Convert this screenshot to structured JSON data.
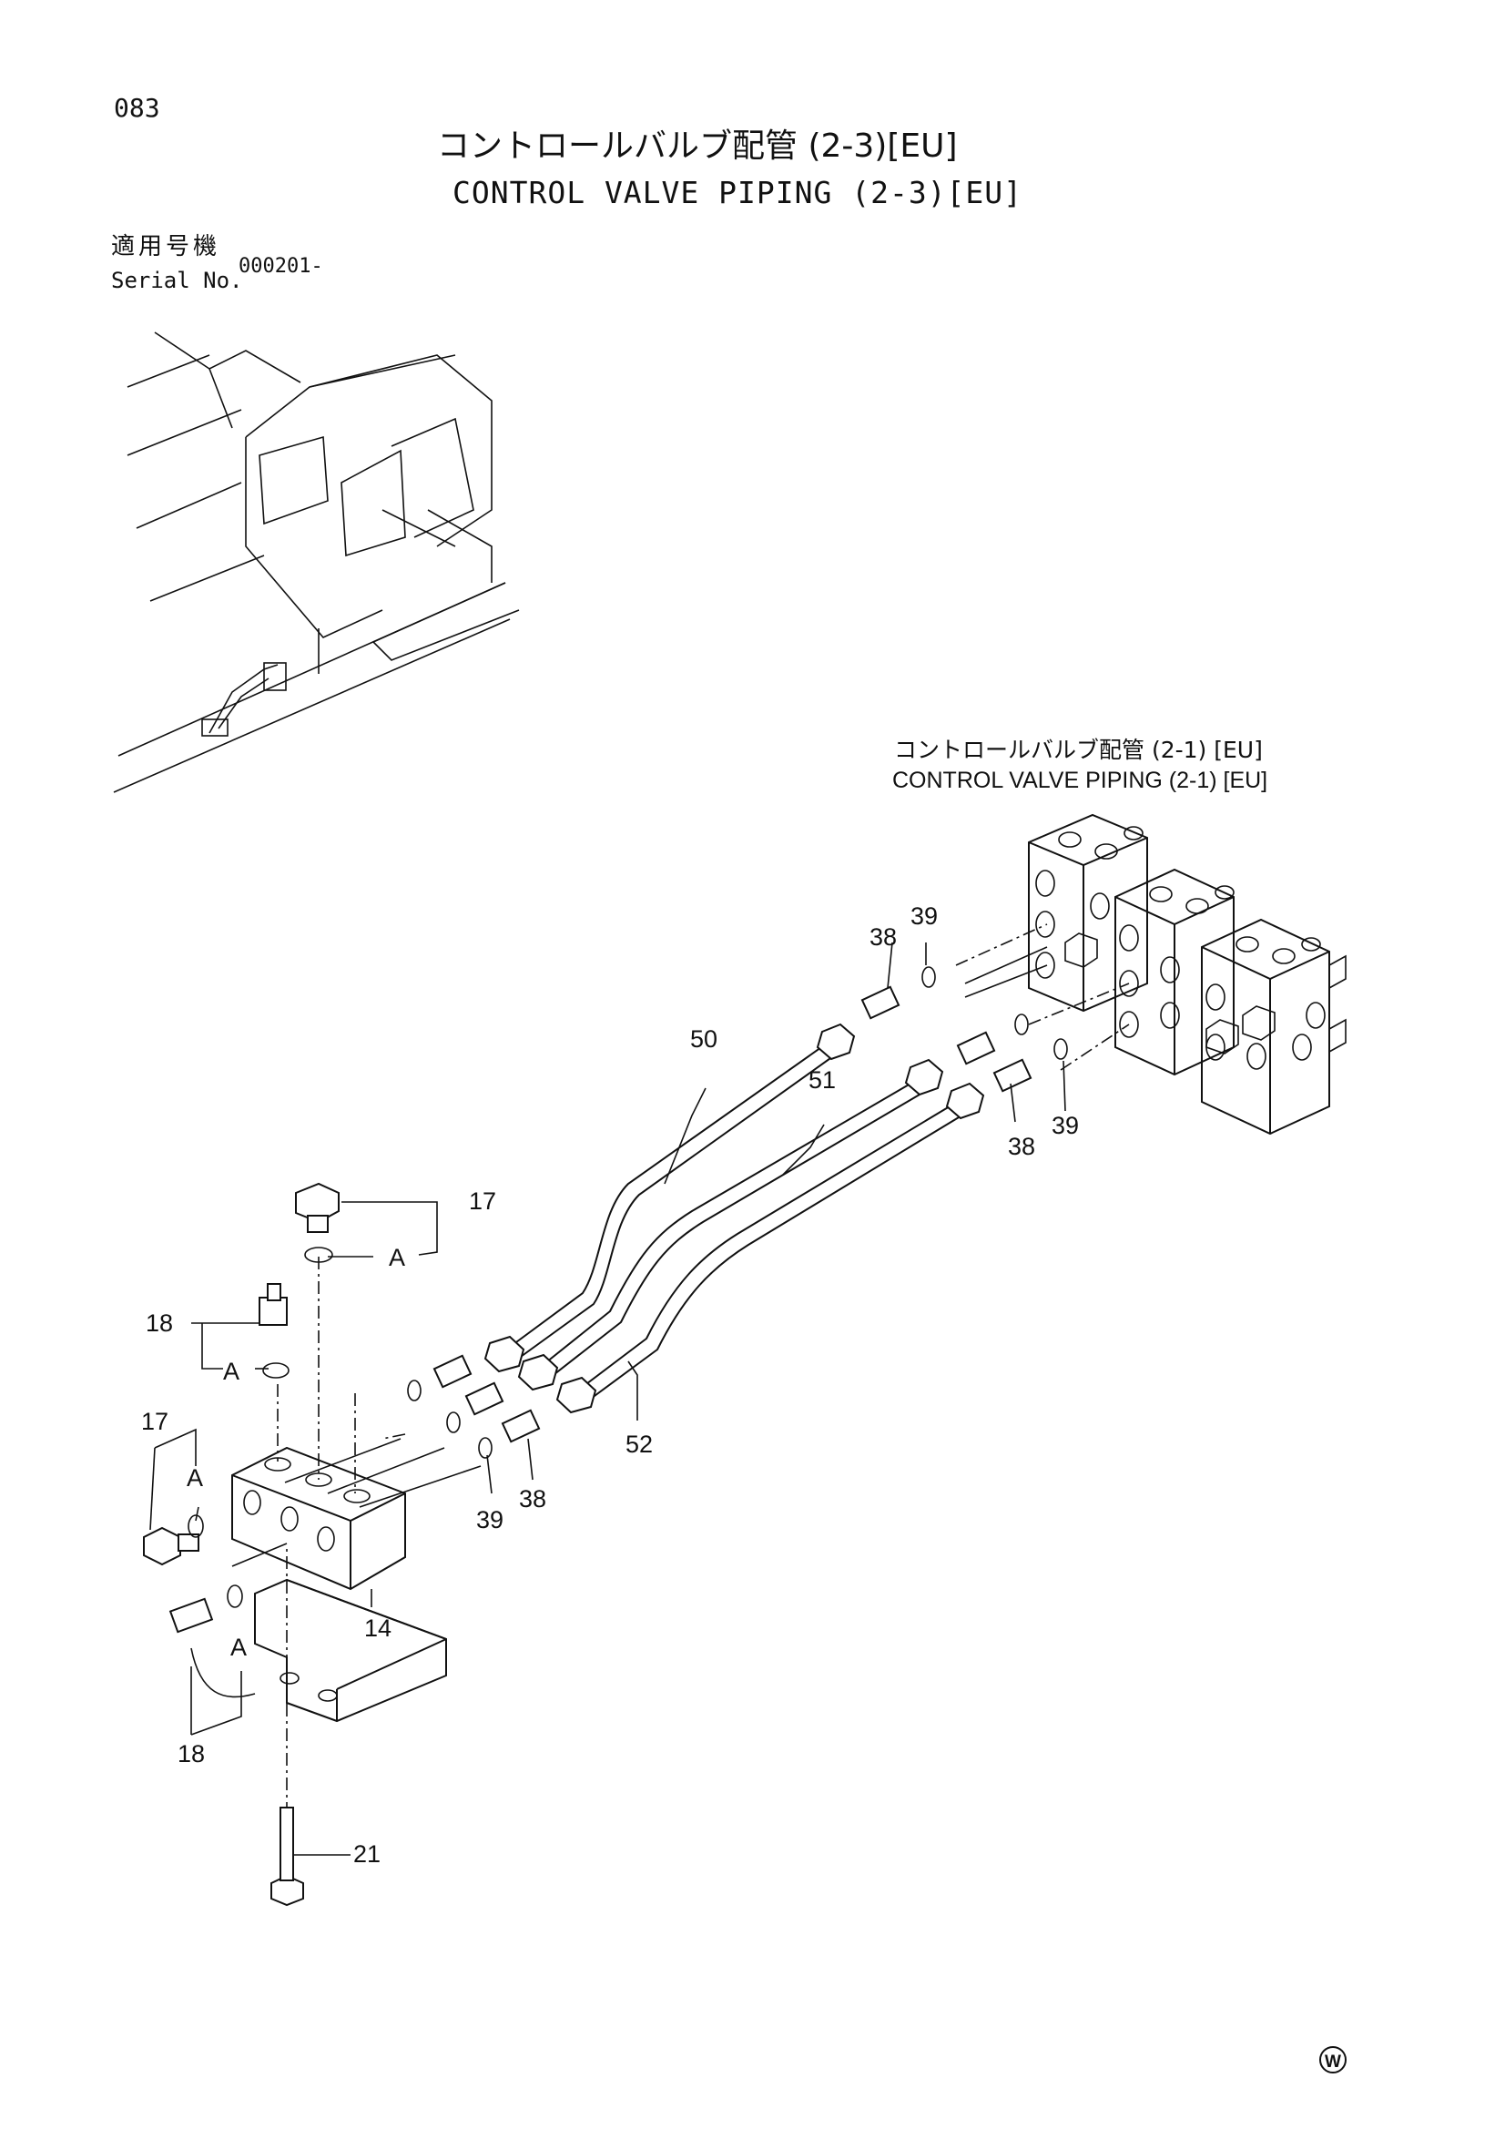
{
  "page_number": "083",
  "title_ja": "コントロールバルブ配管 (2-3)[EU]",
  "title_en": "CONTROL VALVE PIPING (2-3)[EU]",
  "serial": {
    "label_ja": "適用号機",
    "label_en": "Serial No.",
    "value": "000201-"
  },
  "reference": {
    "ja": "コントロールバルブ配管 (2-1) [EU]",
    "en": "CONTROL VALVE PIPING (2-1) [EU]"
  },
  "callouts": {
    "c50": "50",
    "c51": "51",
    "c52": "52",
    "c38a": "38",
    "c39a": "39",
    "c38b": "38",
    "c39b": "39",
    "c38c": "38",
    "c39c": "39",
    "c17a": "17",
    "c17b": "17",
    "c18a": "18",
    "c18b": "18",
    "c14": "14",
    "c21": "21",
    "ref_a1": "A",
    "ref_a2": "A",
    "ref_a3": "A",
    "ref_a4": "A"
  },
  "footer_mark": "W"
}
